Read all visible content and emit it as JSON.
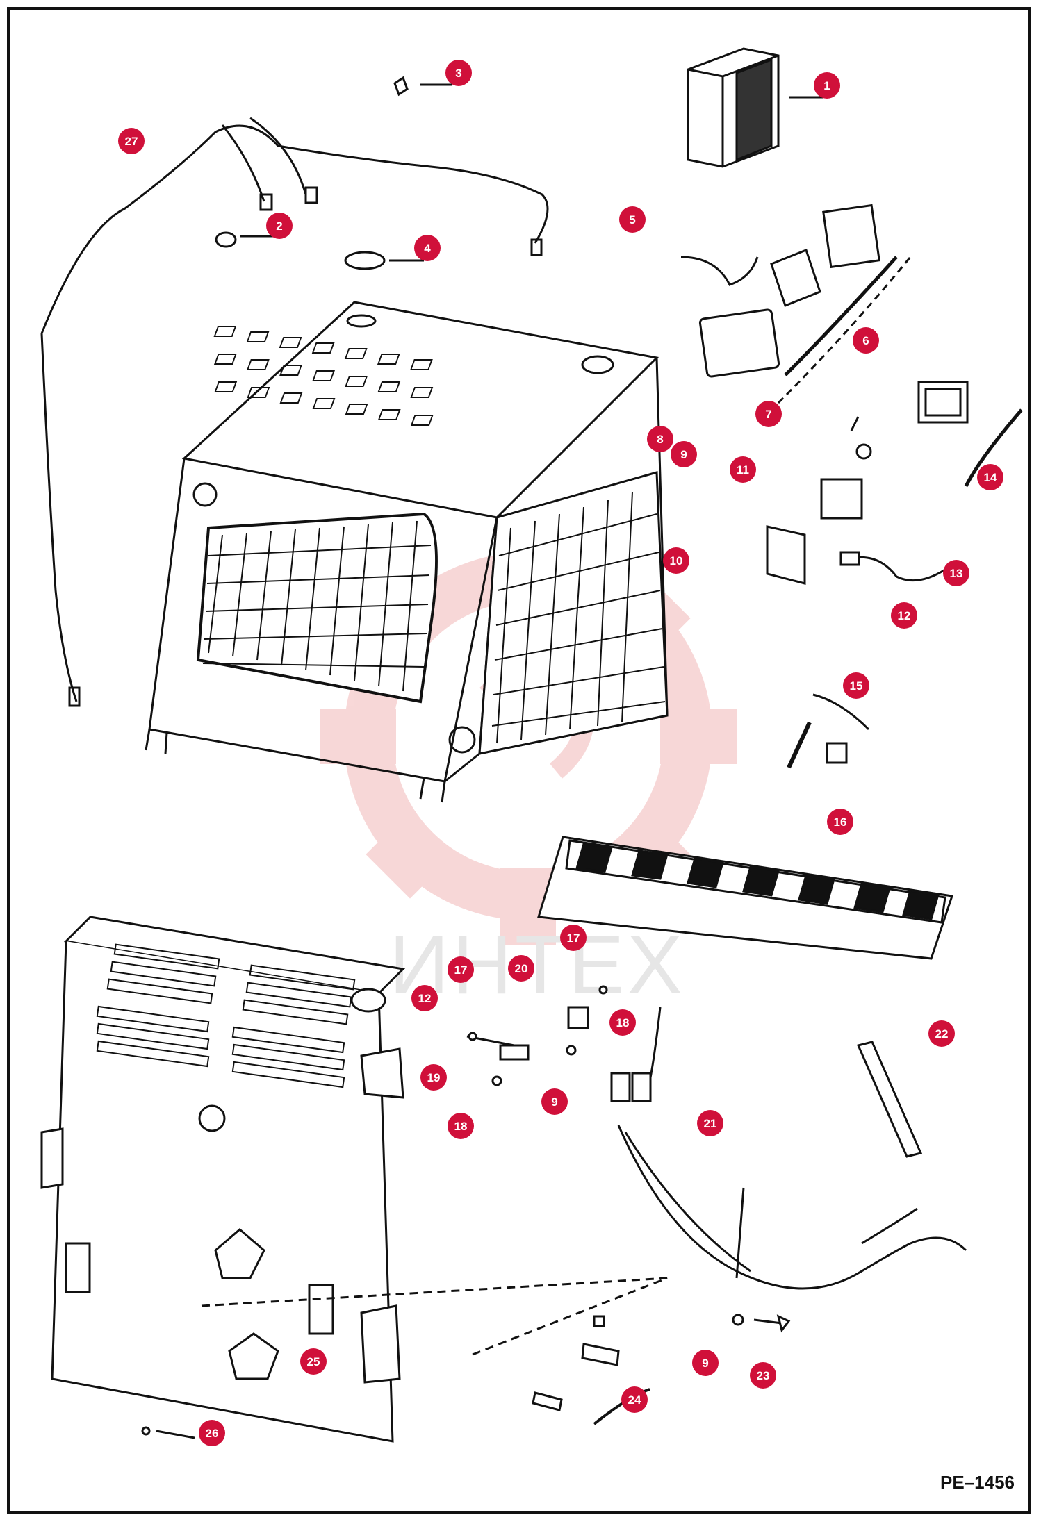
{
  "drawing_code": "PE–1456",
  "watermark": {
    "text": "ИНТЕХ",
    "color": "#f2b8b8"
  },
  "colors": {
    "badge": "#d0103a",
    "badge_text": "#ffffff",
    "line": "#111111"
  },
  "callouts": [
    {
      "n": "1"
    },
    {
      "n": "2"
    },
    {
      "n": "3"
    },
    {
      "n": "4"
    },
    {
      "n": "5"
    },
    {
      "n": "6"
    },
    {
      "n": "7"
    },
    {
      "n": "8"
    },
    {
      "n": "9"
    },
    {
      "n": "11"
    },
    {
      "n": "14"
    },
    {
      "n": "10"
    },
    {
      "n": "13"
    },
    {
      "n": "12"
    },
    {
      "n": "15"
    },
    {
      "n": "16"
    },
    {
      "n": "17"
    },
    {
      "n": "17"
    },
    {
      "n": "20"
    },
    {
      "n": "12"
    },
    {
      "n": "18"
    },
    {
      "n": "19"
    },
    {
      "n": "9"
    },
    {
      "n": "18"
    },
    {
      "n": "22"
    },
    {
      "n": "21"
    },
    {
      "n": "25"
    },
    {
      "n": "9"
    },
    {
      "n": "23"
    },
    {
      "n": "24"
    },
    {
      "n": "26"
    },
    {
      "n": "27"
    }
  ]
}
